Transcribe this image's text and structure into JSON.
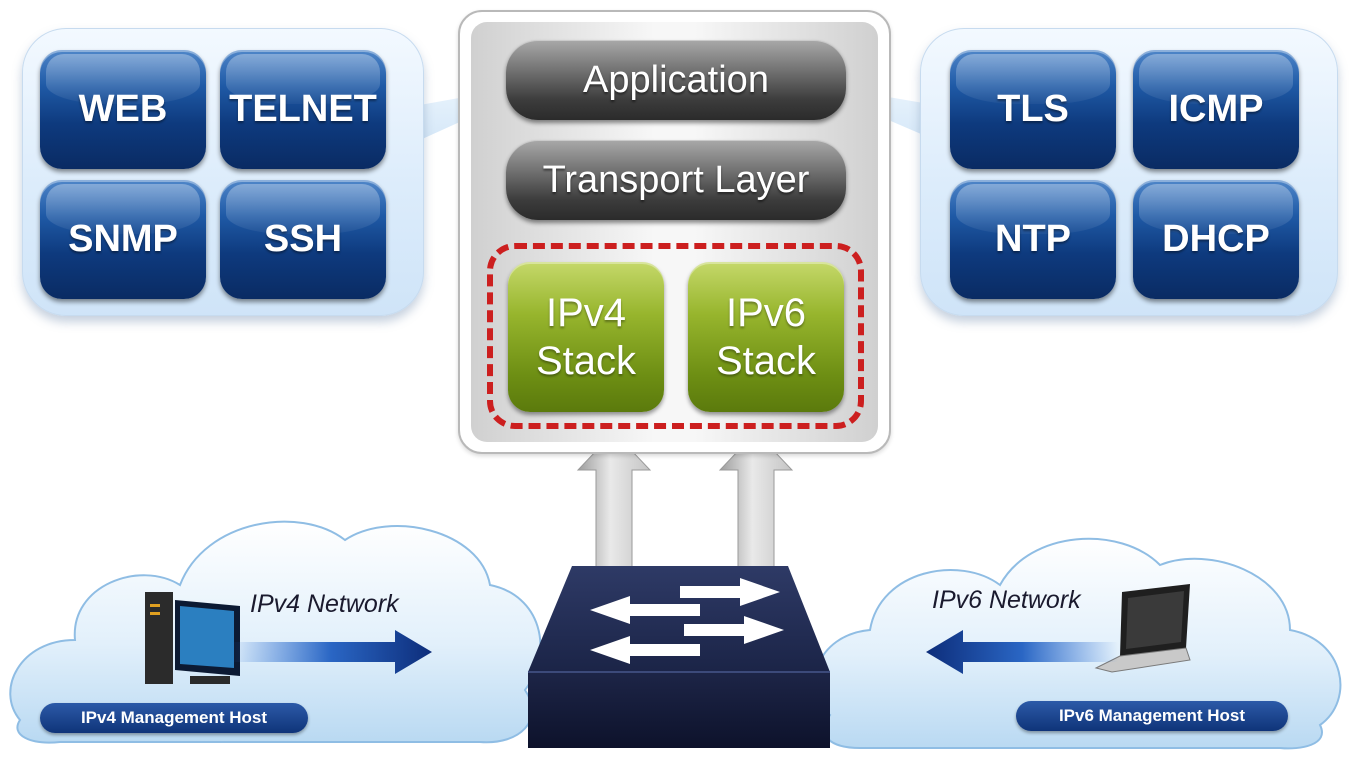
{
  "left_protocols": [
    "WEB",
    "TELNET",
    "SNMP",
    "SSH"
  ],
  "right_protocols": [
    "TLS",
    "ICMP",
    "NTP",
    "DHCP"
  ],
  "stack": {
    "application": "Application",
    "transport": "Transport Layer",
    "ipv4": [
      "IPv4",
      "Stack"
    ],
    "ipv6": [
      "IPv6",
      "Stack"
    ]
  },
  "ipv4_network": {
    "label": "IPv4 Network",
    "host": "IPv4 Management Host"
  },
  "ipv6_network": {
    "label": "IPv6 Network",
    "host": "IPv6 Management Host"
  },
  "colors": {
    "protocol_blue": "#0e3a7e",
    "stack_green": "#7a9a18",
    "dashed_red": "#cc1f1f",
    "switch_navy": "#1b2447"
  },
  "icons": [
    "desktop-computer-icon",
    "laptop-icon",
    "network-switch-icon",
    "cloud-icon"
  ]
}
